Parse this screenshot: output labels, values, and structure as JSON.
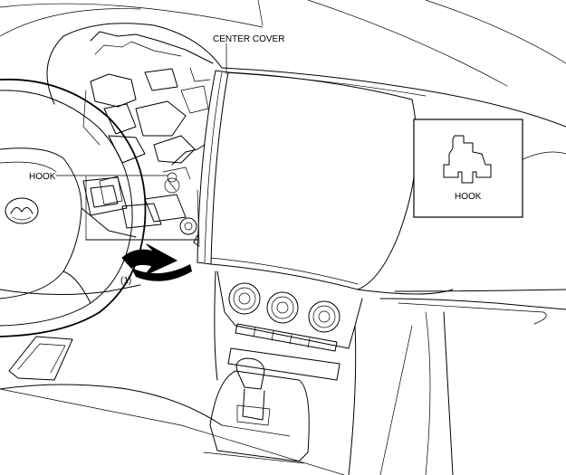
{
  "figure": {
    "labels": {
      "center_cover": "CENTER COVER",
      "hook": "HOOK",
      "step": "(1)"
    },
    "inset": {
      "label": "HOOK"
    }
  }
}
